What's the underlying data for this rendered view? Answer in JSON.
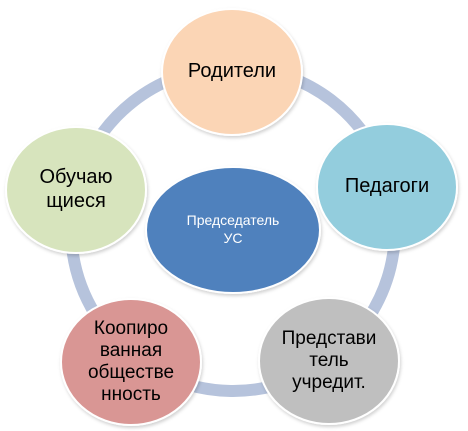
{
  "colors": {
    "ring": "#b6c3dc",
    "node_outline": "#ffffff",
    "text_dark": "#000000",
    "text_light": "#ffffff"
  },
  "center": {
    "label_lines": [
      "Председатель",
      "УС"
    ],
    "fill": "#4f81bd"
  },
  "nodes": [
    {
      "id": "parents",
      "label_lines": [
        "Родители"
      ],
      "fill": "#fbd5b5"
    },
    {
      "id": "teachers",
      "label_lines": [
        "Педагоги"
      ],
      "fill": "#93cddd"
    },
    {
      "id": "founder",
      "label_lines": [
        "Представи",
        "тель",
        "учредит."
      ],
      "fill": "#bfbfbf"
    },
    {
      "id": "coopted",
      "label_lines": [
        "Коопиро",
        "ванная",
        "обществе",
        "нность"
      ],
      "fill": "#d99694"
    },
    {
      "id": "students",
      "label_lines": [
        "Обучаю",
        "щиеся"
      ],
      "fill": "#d7e4bd"
    }
  ]
}
